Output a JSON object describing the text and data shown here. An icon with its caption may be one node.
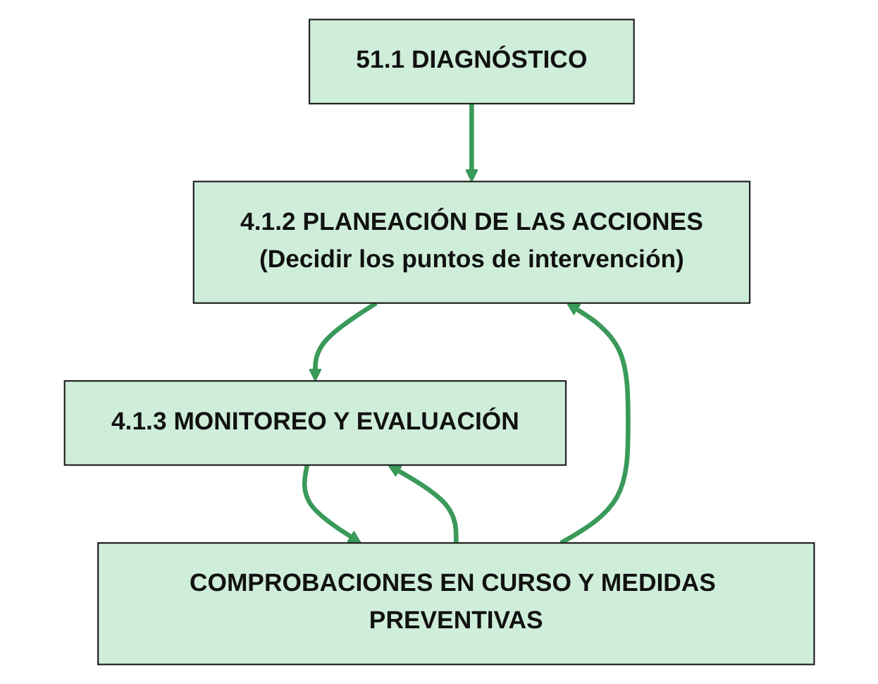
{
  "diagram": {
    "nodes": [
      {
        "text": [
          "51.1 DIAGNÓSTICO"
        ]
      },
      {
        "text": [
          "4.1.2 PLANEACIÓN DE LAS ACCIONES",
          "(Decidir los puntos de intervención)"
        ]
      },
      {
        "text": [
          "4.1.3 MONITOREO Y EVALUACIÓN"
        ]
      },
      {
        "text": [
          "COMPROBACIONES EN CURSO Y MEDIDAS PREVENTIVAS"
        ]
      }
    ],
    "edges": [
      {
        "from": 0,
        "to": 1,
        "arrow": "to"
      },
      {
        "from": 1,
        "to": 2,
        "arrow": "to"
      },
      {
        "from": 2,
        "to": 3,
        "arrow": "to"
      },
      {
        "from": 3,
        "to": 2,
        "arrow": "to"
      },
      {
        "from": 3,
        "to": 1,
        "arrow": "to"
      }
    ]
  }
}
